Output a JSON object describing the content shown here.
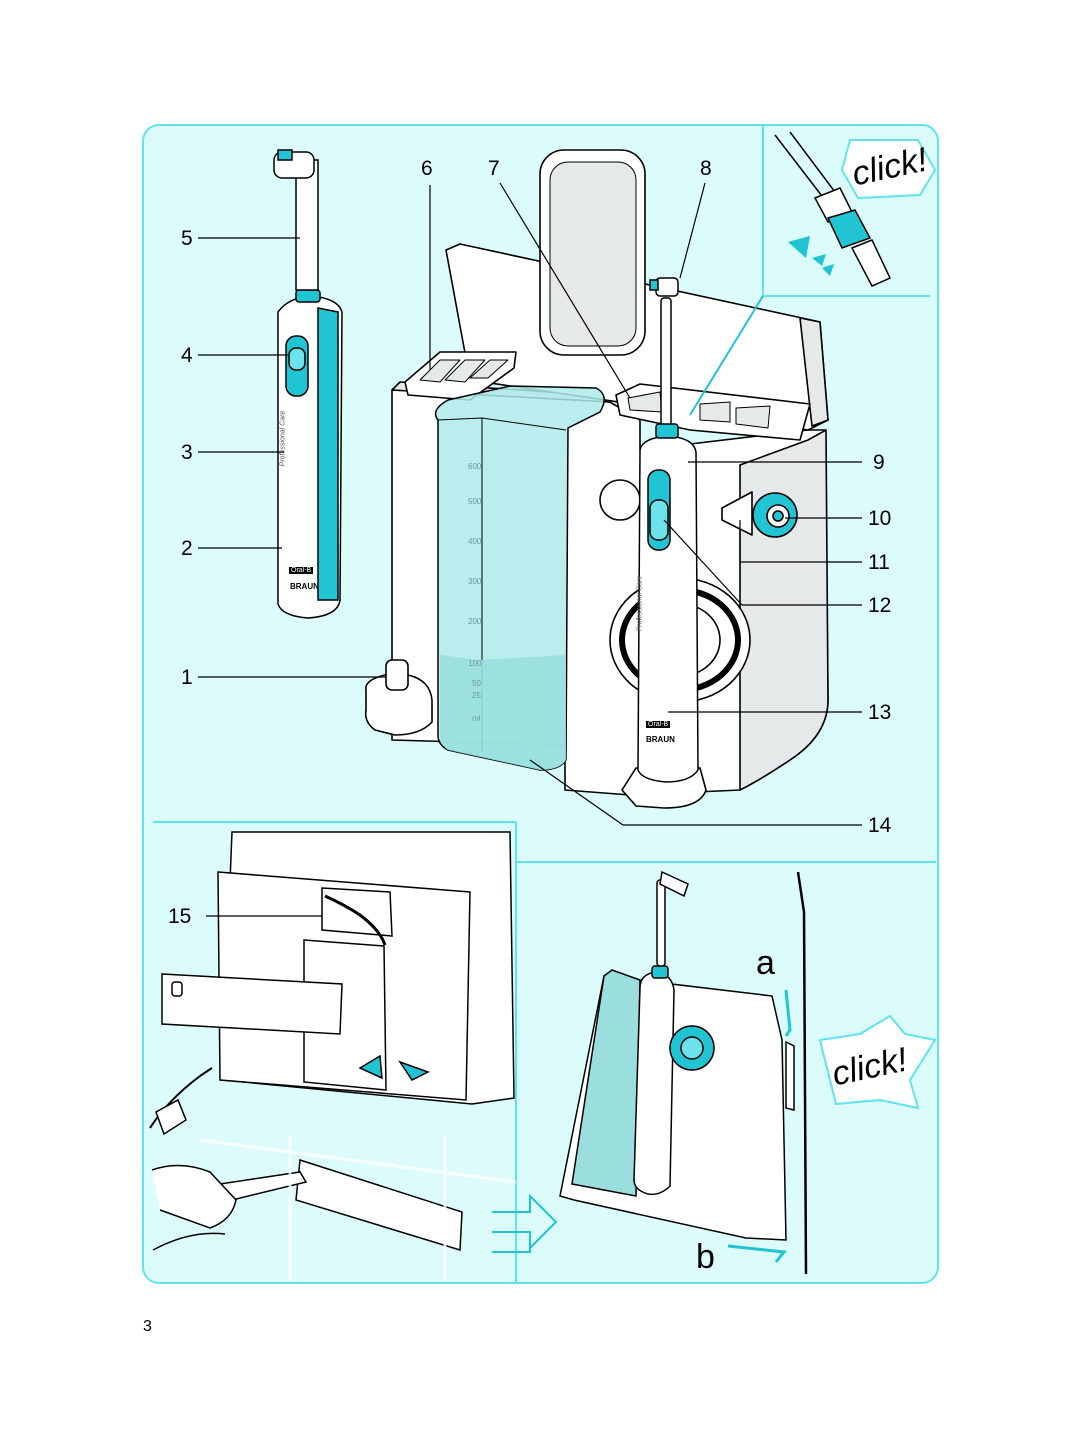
{
  "colors": {
    "panel_fill": "#dcfbfb",
    "panel_border": "#5fe3ec",
    "accent": "#21c4d2",
    "line": "#000000",
    "device_white": "#ffffff",
    "device_grey": "#e6e9ea"
  },
  "callouts": [
    "1",
    "2",
    "3",
    "4",
    "5",
    "6",
    "7",
    "8",
    "9",
    "10",
    "11",
    "12",
    "13",
    "14",
    "15"
  ],
  "click_labels": [
    "click!",
    "click!"
  ],
  "step_letters": [
    "a",
    "b"
  ],
  "brush_text": {
    "model": "Professional Care",
    "brand": "BRAUN",
    "badge": "Oral-B"
  },
  "reservoir_scale": [
    "600",
    "500",
    "400",
    "300",
    "200",
    "100",
    "50",
    "25",
    "ml"
  ],
  "page_number": "3"
}
